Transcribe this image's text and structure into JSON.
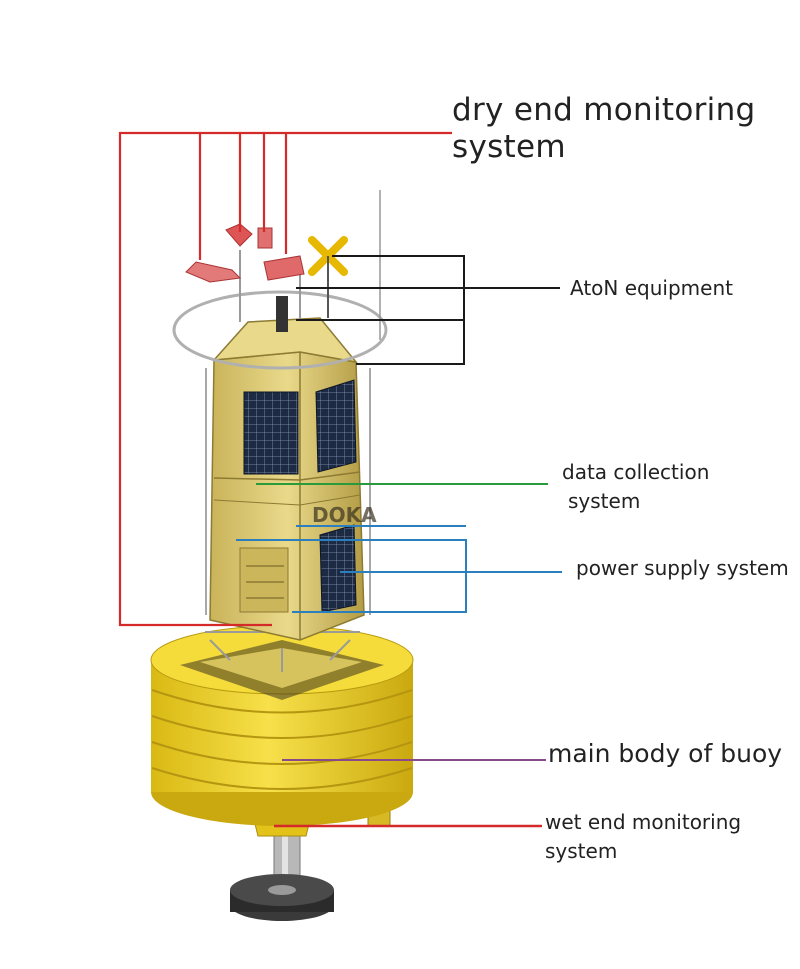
{
  "labels": {
    "dry_end": [
      "dry end monitoring",
      "system"
    ],
    "aton": "AtoN equipment",
    "data_collection": [
      "data collection",
      "system"
    ],
    "power_supply": "power supply system",
    "main_body": "main body of buoy",
    "wet_end": [
      "wet end monitoring",
      "system"
    ]
  },
  "colors": {
    "dry_end_lines": "#d42a2a",
    "aton_lines": "#1a1a1a",
    "data_collection_line": "#2a9a3a",
    "power_supply_lines": "#2c7fbf",
    "main_body_line": "#8a4a8a",
    "wet_end_line": "#d42a2a",
    "buoy_body": "#f0d528",
    "tower": "#d8c565",
    "solar_panel": "#1d2a44"
  }
}
